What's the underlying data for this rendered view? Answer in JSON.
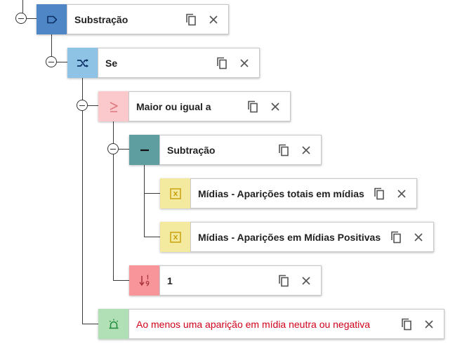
{
  "nodes": [
    {
      "id": "n1",
      "label": "Substração",
      "icon": "tag-icon",
      "badge_color": "#4f86c6"
    },
    {
      "id": "n2",
      "label": "Se",
      "icon": "shuffle-icon",
      "badge_color": "#8ec3e6"
    },
    {
      "id": "n3",
      "label": "Maior ou igual a",
      "icon": "greater-equal-icon",
      "badge_color": "#fbc9cb"
    },
    {
      "id": "n4",
      "label": "Subtração",
      "icon": "minus-icon",
      "badge_color": "#5f9ea0"
    },
    {
      "id": "n5",
      "label": "Mídias - Aparições totais em mídias",
      "icon": "variable-icon",
      "badge_color": "#f3ea9f"
    },
    {
      "id": "n6",
      "label": "Mídias - Aparições em Mídias Positivas",
      "icon": "variable-icon",
      "badge_color": "#f3ea9f"
    },
    {
      "id": "n7",
      "label": "1",
      "icon": "number-sort-icon",
      "badge_color": "#f7959a"
    },
    {
      "id": "n8",
      "label": "Ao menos uma aparição em mídia neutra ou negativa",
      "icon": "alarm-icon",
      "badge_color": "#b2e0b6"
    }
  ],
  "colors": {
    "warning_text": "#d0021b",
    "connector": "#3a3a3a"
  }
}
